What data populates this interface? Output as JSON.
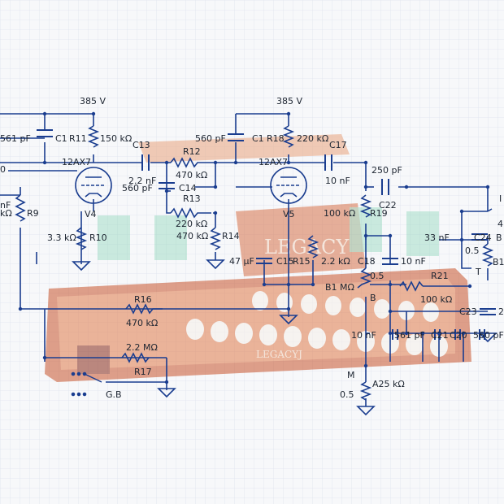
{
  "colors": {
    "background": "#f7f8fa",
    "grid": "#dfe4ee",
    "wire": "#1a3d8f",
    "text": "#1c2430",
    "chassis": "#c8552d",
    "chassis_light": "#e9a47e",
    "accent_green": "#7fd0b0"
  },
  "chassis_badge": {
    "logo_main": "LEGACY",
    "logo_small": "LEGACYJ"
  },
  "supply": {
    "v1": "385 V",
    "v2": "385 V"
  },
  "stage1": {
    "left_cap": "561 pF",
    "left_cap_ref": "C1",
    "r11_ref": "R11",
    "r11_val": "150 kΩ",
    "tube": "12AX7",
    "tube_ref": "V4",
    "r9_ref": "R9",
    "left_r_val": "kΩ",
    "left_nf": "nF",
    "left_zero": "0",
    "r10_val": "3.3 kΩ",
    "r10_ref": "R10"
  },
  "coupling1": {
    "c13": "C13",
    "r12": "R12",
    "r12_val": "470 kΩ",
    "c14_val": "2.2 nF",
    "c14_val2": "560 pF",
    "c14": "C14",
    "r13": "R13",
    "r13_val": "220 kΩ",
    "r14_val": "470 kΩ",
    "r14": "R14"
  },
  "stage2": {
    "cap_val": "560 pF",
    "cap_ref": "C1",
    "r18": "R18",
    "r18_val": "220 kΩ",
    "c17": "C17",
    "tube": "12AX7",
    "tube_ref": "V5",
    "c15_val": "47 µF",
    "c15": "C15",
    "r15": "R15",
    "r15_val": "2.2 kΩ"
  },
  "tone": {
    "c_10nf": "10 nF",
    "c_250pf": "250 pF",
    "c22": "C22",
    "r19_val": "100 kΩ",
    "r19": "R19",
    "c18": "C18",
    "c18_val": "10 nF",
    "pot_val": "0.5",
    "pot_b": "B1 MΩ",
    "pot_tap": "B",
    "c24_val": "33 nF",
    "c24": "C24",
    "right_b": "B",
    "right_pot": "0.5",
    "right_b1": "B1",
    "right_t": "T",
    "r21": "R21",
    "r21_val": "100 kΩ",
    "c23": "C23",
    "c23_val": "2",
    "bottom_caps": "10 nF",
    "bottom_caps2": "561 pF",
    "bottom_c21": "C21",
    "bottom_c20": "C20",
    "bottom_c20_val": "560 pF",
    "right_edge_4": "4",
    "right_edge_i": "I"
  },
  "feedback": {
    "r16": "R16",
    "r16_val": "470 kΩ",
    "r17_val": "2.2 MΩ",
    "r17": "R17",
    "switch_label": "G.B"
  },
  "volume": {
    "m": "M",
    "val": "A25 kΩ",
    "pot": "0.5"
  }
}
